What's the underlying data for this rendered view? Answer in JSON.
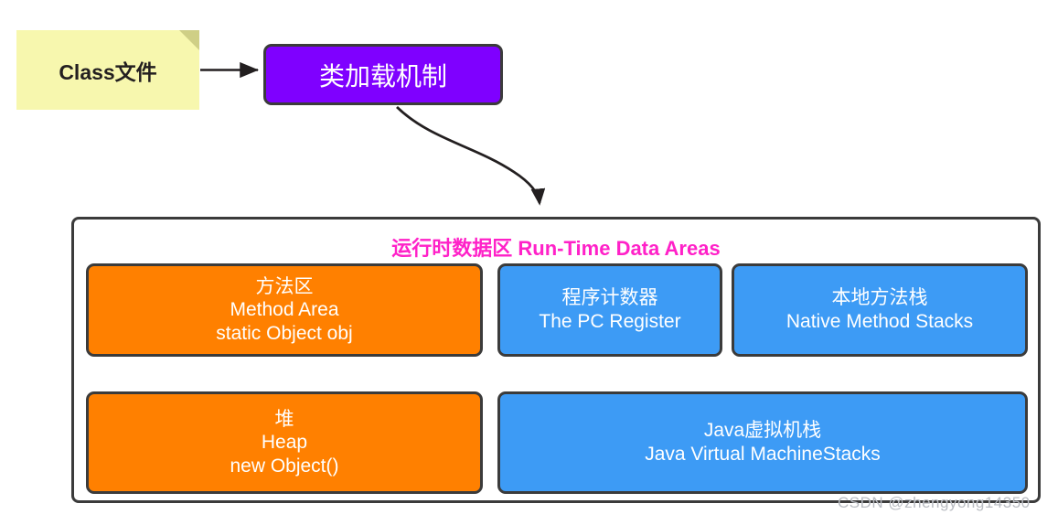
{
  "diagram": {
    "source_note": {
      "label": "Class文件",
      "icon": "note-folded-corner",
      "fill": "#F7F7AE",
      "fold_fill": "#CFCF86"
    },
    "classloader": {
      "label": "类加载机制",
      "fill": "#7F00FF",
      "text_color": "#FFFFFF",
      "border_color": "#3B3B3B"
    },
    "arrows": {
      "note_to_classloader": {
        "name": "straight-arrow",
        "color": "#231F20"
      },
      "classloader_to_runtime": {
        "name": "curved-arrow",
        "color": "#231F20"
      },
      "method_area_to_heap": {
        "name": "reference-arrow",
        "color": "#FF21C8"
      }
    },
    "runtime_area": {
      "title": "运行时数据区 Run-Time Data Areas",
      "title_color": "#FF21C8",
      "border_color": "#3B3B3B",
      "boxes": [
        {
          "id": "method-area",
          "lines": [
            "方法区",
            "Method Area",
            "static Object obj"
          ],
          "fill": "#FF8000"
        },
        {
          "id": "pc-register",
          "lines": [
            "程序计数器",
            "The PC Register"
          ],
          "fill": "#3D9BF5"
        },
        {
          "id": "native-method-stacks",
          "lines": [
            "本地方法栈",
            "Native Method Stacks"
          ],
          "fill": "#3D9BF5"
        },
        {
          "id": "heap",
          "lines": [
            "堆",
            "Heap",
            "new Object()"
          ],
          "fill": "#FF8000"
        },
        {
          "id": "jvm-stacks",
          "lines": [
            "Java虚拟机栈",
            "Java Virtual MachineStacks"
          ],
          "fill": "#3D9BF5"
        }
      ]
    },
    "watermark": "CSDN @zhengyong14350"
  }
}
